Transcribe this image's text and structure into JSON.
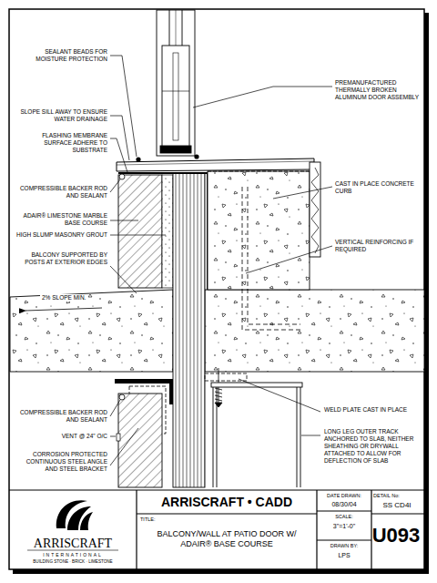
{
  "diagram": {
    "labels": [
      "SEALANT BEADS FOR MOISTURE PROTECTION",
      "SLOPE SILL AWAY TO ENSURE WATER DRAINAGE",
      "FLASHING MEMBRANE SURFACE ADHERE TO SUBSTRATE",
      "COMPRESSIBLE BACKER ROD AND SEALANT",
      "ADAIR® LIMESTONE MARBLE BASE COURSE",
      "HIGH SLUMP MASONRY GROUT",
      "BALCONY SUPPORTED BY POSTS AT EXTERIOR EDGES",
      "2% SLOPE MIN.",
      "COMPRESSIBLE BACKER ROD AND SEALANT",
      "VENT @ 24\" O/C",
      "CORROSION PROTECTED CONTINUOUS STEEL ANGLE AND STEEL BRACKET",
      "PREMANUFACTURED THERMALLY BROKEN ALUMINUM DOOR ASSEMBLY",
      "CAST IN PLACE CONCRETE CURB",
      "VERTICAL REINFORCING IF REQUIRED",
      "WELD PLATE CAST IN PLACE",
      "LONG LEG OUTER TRACK ANCHORED TO SLAB, NEITHER SHEATHING OR DRYWALL ATTACHED TO ALLOW FOR DEFLECTION OF SLAB",
      "ARRISCRAFT • CADD",
      "TITLE:",
      "BALCONY/WALL AT PATIO DOOR W/ ADAIR® BASE COURSE",
      "DATE DRAWN:",
      "08/30/04",
      "SCALE:",
      "3\"=1'-0\"",
      "DRAWN BY:",
      "LPS",
      "DETAIL No:",
      "SS CD4I",
      "U093",
      "ARRISCRAFT",
      "INTERNATIONAL",
      "BUILDING STONE · BRICK · LIMESTONE"
    ]
  }
}
